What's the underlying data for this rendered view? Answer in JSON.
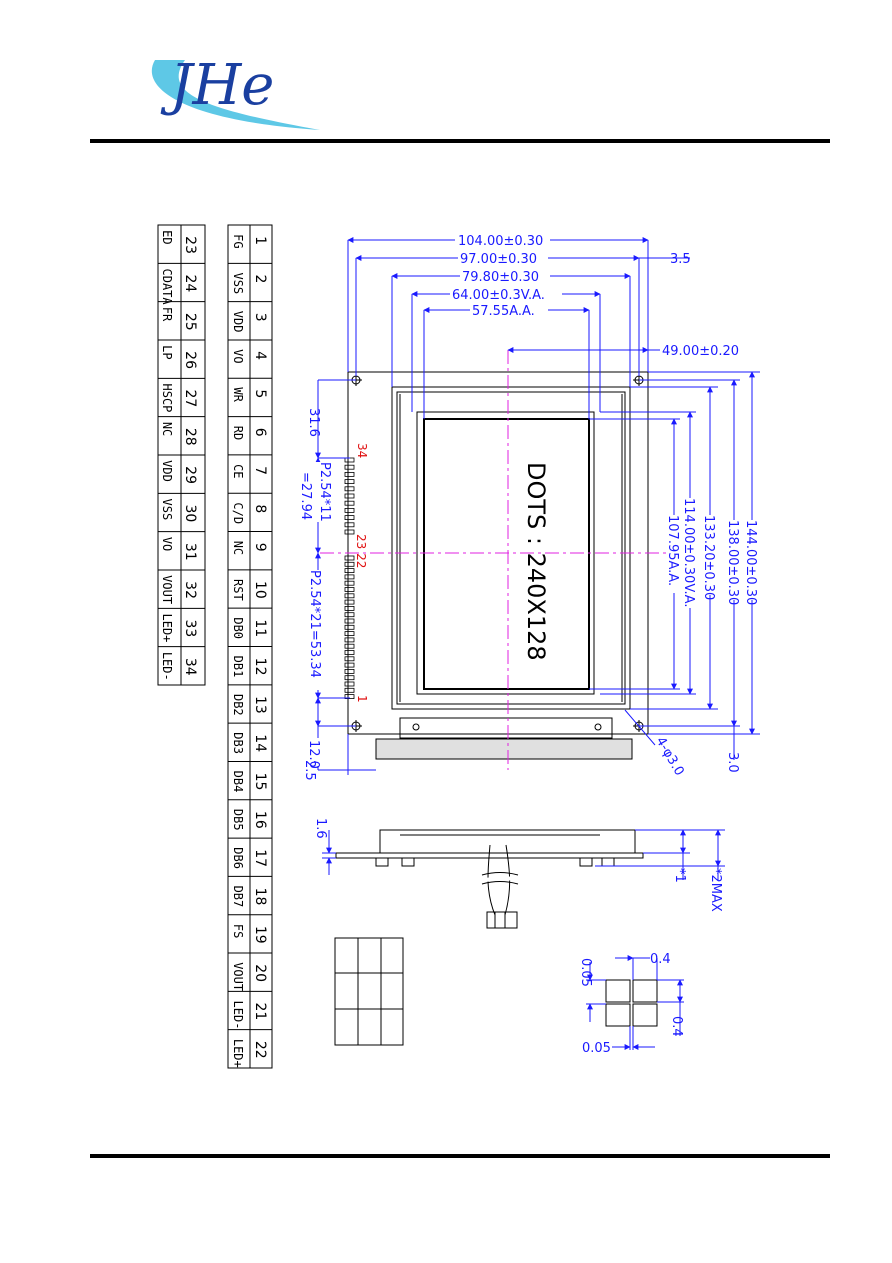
{
  "logo": {
    "text": "JHe",
    "colors": {
      "arc": "#5ec8e6",
      "letters": "#1a3fa0"
    }
  },
  "pins_left": [
    {
      "num": "1",
      "sig": "FG"
    },
    {
      "num": "2",
      "sig": "VSS"
    },
    {
      "num": "3",
      "sig": "VDD"
    },
    {
      "num": "4",
      "sig": "VO"
    },
    {
      "num": "5",
      "sig": "WR"
    },
    {
      "num": "6",
      "sig": "RD"
    },
    {
      "num": "7",
      "sig": "CE"
    },
    {
      "num": "8",
      "sig": "C/D"
    },
    {
      "num": "9",
      "sig": "NC"
    },
    {
      "num": "10",
      "sig": "RST"
    },
    {
      "num": "11",
      "sig": "DB0"
    },
    {
      "num": "12",
      "sig": "DB1"
    },
    {
      "num": "13",
      "sig": "DB2"
    },
    {
      "num": "14",
      "sig": "DB3"
    },
    {
      "num": "15",
      "sig": "DB4"
    },
    {
      "num": "16",
      "sig": "DB5"
    },
    {
      "num": "17",
      "sig": "DB6"
    },
    {
      "num": "18",
      "sig": "DB7"
    },
    {
      "num": "19",
      "sig": "FS"
    },
    {
      "num": "20",
      "sig": "VOUT"
    },
    {
      "num": "21",
      "sig": "LED-"
    },
    {
      "num": "22",
      "sig": "LED+"
    }
  ],
  "pins_right": [
    {
      "num": "23",
      "sig": "ED"
    },
    {
      "num": "24",
      "sig": "CDATA"
    },
    {
      "num": "25",
      "sig": "FR"
    },
    {
      "num": "26",
      "sig": "LP"
    },
    {
      "num": "27",
      "sig": "HSCP"
    },
    {
      "num": "28",
      "sig": "NC"
    },
    {
      "num": "29",
      "sig": "VDD"
    },
    {
      "num": "30",
      "sig": "VSS"
    },
    {
      "num": "31",
      "sig": "VO"
    },
    {
      "num": "32",
      "sig": "VOUT"
    },
    {
      "num": "33",
      "sig": "LED+"
    },
    {
      "num": "34",
      "sig": "LED-"
    }
  ],
  "dims": {
    "w_total": "104.00±0.30",
    "w_holes": "97.00±0.30",
    "w_bezel": "79.80±0.30",
    "w_va": "64.00±0.3V.A.",
    "w_aa": "57.55A.A.",
    "hole_offset_w": "3.5",
    "center_w": "49.00±0.20",
    "h_total": "144.00±0.30",
    "h_holes": "138.00±0.30",
    "h_bezel": "133.20±0.30",
    "h_va": "114.00±0.30V.A.",
    "h_aa": "107.95A.A.",
    "hole_offset_h": "3.0",
    "left_top": "31.6",
    "pitch_11": "P2.54*11",
    "pitch_11_total": "=27.94",
    "pitch_21": "P2.54*21=53.34",
    "left_bottom": "12.0",
    "left_bottom_edge": "2.5",
    "holes": "4-φ3.0",
    "side_t1": "1.6",
    "side_t2": "*1",
    "side_max": "*2MAX",
    "dot_size": "0.4",
    "dot_gap": "0.05"
  },
  "red_labels": {
    "pin34": "34",
    "pin23_22": "23 22",
    "pin1": "1"
  },
  "display_text": "DOTS : 240X128",
  "colors": {
    "dim": "#1a1aff",
    "center": "#e020e0",
    "red": "#e01010",
    "outline": "#000000"
  }
}
